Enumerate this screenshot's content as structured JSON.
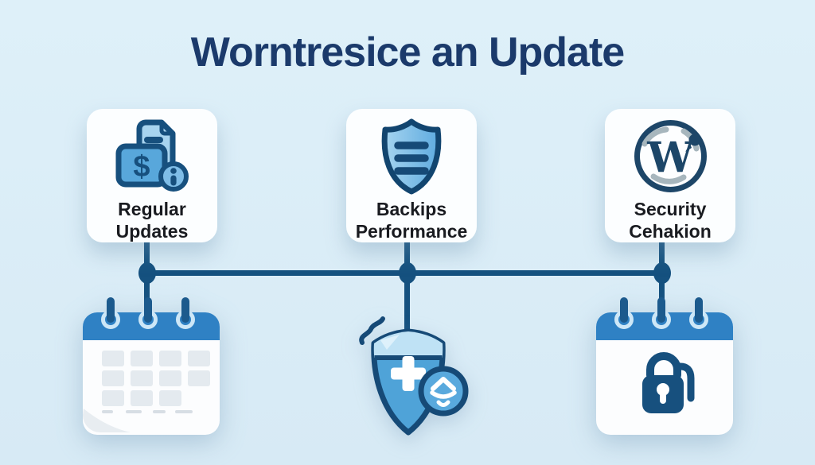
{
  "title": "Worntresice an Update",
  "colors": {
    "background": "#dbedf7",
    "connector_navy": "#15517f",
    "title_navy": "#1b3a6b",
    "icon_outline_navy": "#17507e",
    "icon_blue": "#57a7db",
    "icon_blue_light": "#a8d4ef",
    "calendar_header_blue": "#2f81c4",
    "peg_blue": "#1c5a8d",
    "card_white": "#fcfeff",
    "label_text": "#191b20",
    "wordpress_navy": "#1d4668",
    "wordpress_gray": "#a7b6bd"
  },
  "cards": [
    {
      "label_line1": "Regular",
      "label_line2": "Updates",
      "icon": "billing-document-icon"
    },
    {
      "label_line1": "Backips",
      "label_line2": "Performance",
      "icon": "shield-list-icon"
    },
    {
      "label_line1": "Security",
      "label_line2": "Cehakion",
      "icon": "wordpress-logo-icon"
    }
  ],
  "icon_glyphs": {
    "dollar": "$",
    "wordpress_letter": "W"
  },
  "bottom_icons": [
    {
      "name": "calendar-icon"
    },
    {
      "name": "medical-shield-badge-icon"
    },
    {
      "name": "calendar-lock-icon"
    }
  ]
}
